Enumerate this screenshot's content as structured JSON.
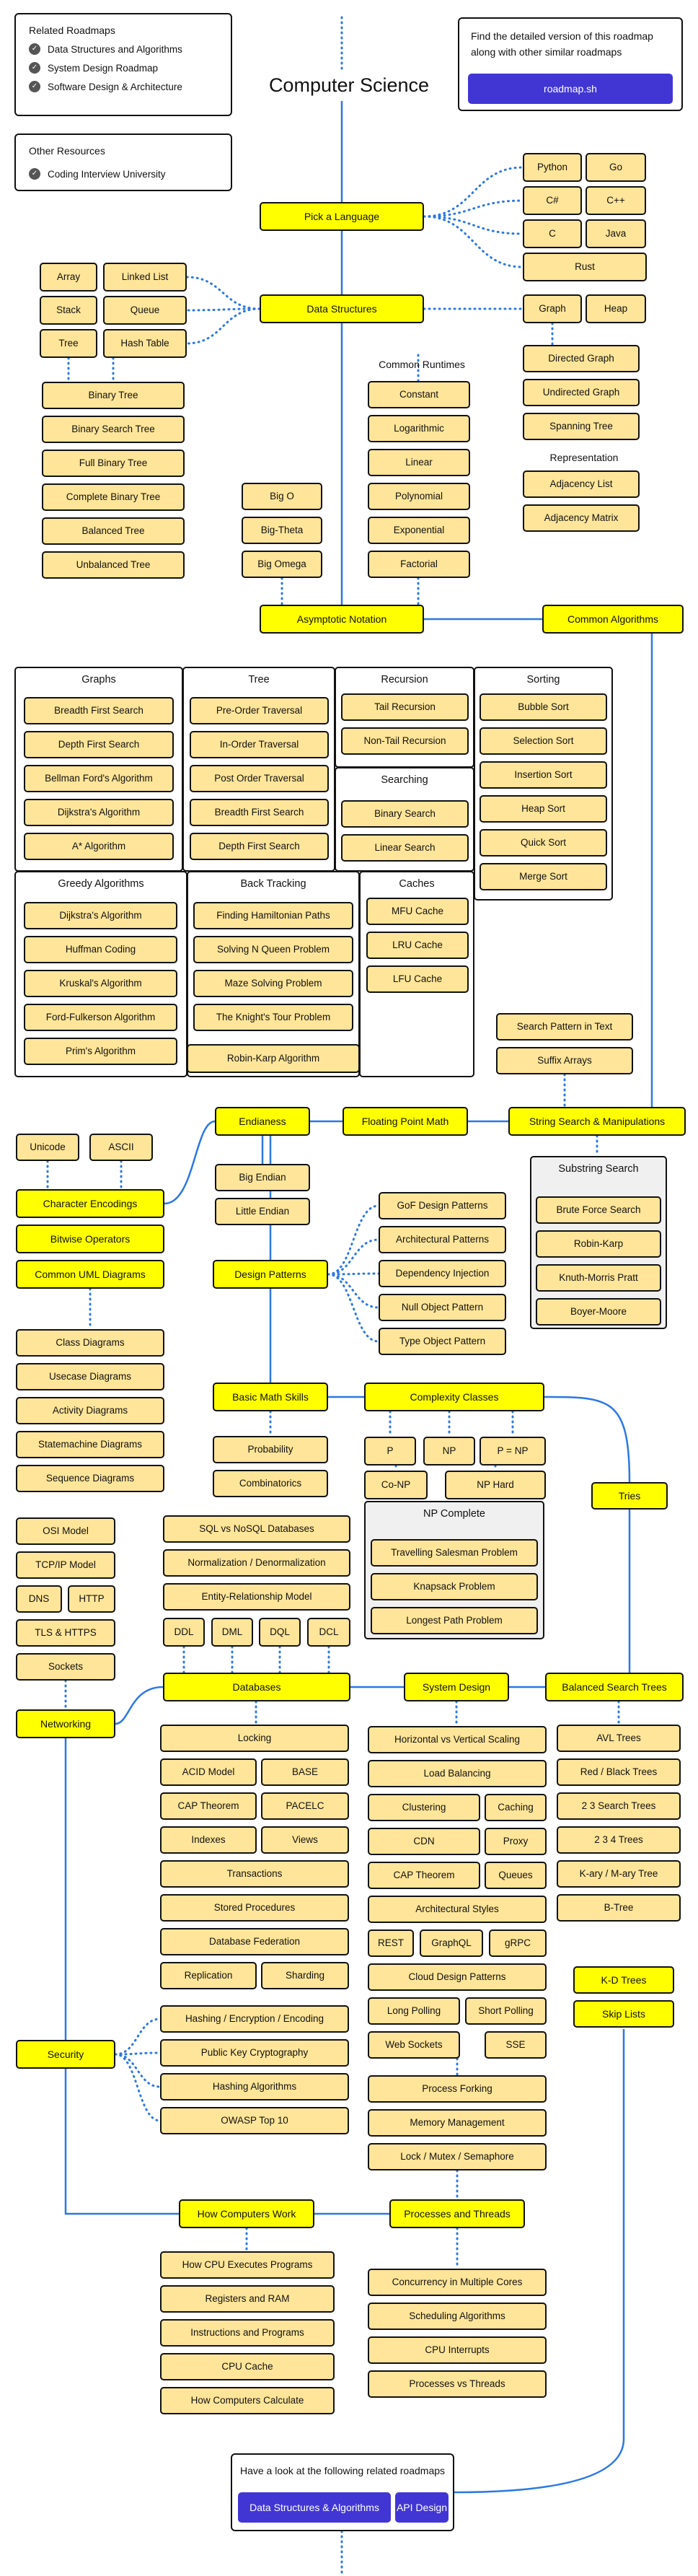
{
  "title": "Computer Science",
  "related": {
    "heading": "Related Roadmaps",
    "items": [
      "Data Structures and Algorithms",
      "System Design Roadmap",
      "Software Design & Architecture"
    ]
  },
  "other": {
    "heading": "Other Resources",
    "items": [
      "Coding Interview University"
    ]
  },
  "promo": {
    "text": "Find the detailed version of this roadmap along with other similar roadmaps",
    "button": "roadmap.sh"
  },
  "footer": {
    "text": "Have a look at the following related roadmaps",
    "buttons": [
      "Data Structures & Algorithms",
      "API Design"
    ]
  },
  "colors": {
    "topic": "#ffff00",
    "subtopic": "#ffe599",
    "line": "#2b78e4",
    "button": "#4136d4"
  },
  "groups": {
    "graphs": "Graphs",
    "tree": "Tree",
    "recursion": "Recursion",
    "sorting": "Sorting",
    "searching": "Searching",
    "greedy": "Greedy Algorithms",
    "backtracking": "Back Tracking",
    "caches": "Caches",
    "substring": "Substring Search",
    "np_complete": "NP Complete"
  },
  "labels": {
    "common_runtimes": "Common Runtimes",
    "representation": "Representation"
  },
  "nodes": {
    "pick_language": "Pick a Language",
    "python": "Python",
    "go": "Go",
    "c_sharp": "C#",
    "cpp": "C++",
    "c": "C",
    "java": "Java",
    "rust": "Rust",
    "data_structures": "Data Structures",
    "array": "Array",
    "linked_list": "Linked List",
    "stack": "Stack",
    "queue": "Queue",
    "tree": "Tree",
    "hash_table": "Hash Table",
    "binary_tree": "Binary Tree",
    "binary_search_tree": "Binary Search Tree",
    "full_binary_tree": "Full Binary Tree",
    "complete_binary_tree": "Complete Binary Tree",
    "balanced_tree": "Balanced Tree",
    "unbalanced_tree": "Unbalanced Tree",
    "graph": "Graph",
    "heap": "Heap",
    "directed_graph": "Directed Graph",
    "undirected_graph": "Undirected Graph",
    "spanning_tree": "Spanning Tree",
    "adjacency_list": "Adjacency List",
    "adjacency_matrix": "Adjacency Matrix",
    "constant": "Constant",
    "logarithmic": "Logarithmic",
    "linear": "Linear",
    "polynomial": "Polynomial",
    "exponential": "Exponential",
    "factorial": "Factorial",
    "big_o": "Big O",
    "big_theta": "Big-Theta",
    "big_omega": "Big Omega",
    "asymptotic_notation": "Asymptotic Notation",
    "common_algorithms": "Common Algorithms",
    "bfs": "Breadth First Search",
    "dfs": "Depth First Search",
    "bellman_ford": "Bellman Ford's Algorithm",
    "dijkstra": "Dijkstra's Algorithm",
    "a_star": "A* Algorithm",
    "pre_order": "Pre-Order Traversal",
    "in_order": "In-Order Traversal",
    "post_order": "Post Order Traversal",
    "tree_bfs": "Breadth First Search",
    "tree_dfs": "Depth First Search",
    "tail_recursion": "Tail Recursion",
    "non_tail_recursion": "Non-Tail Recursion",
    "binary_search": "Binary Search",
    "linear_search": "Linear Search",
    "bubble_sort": "Bubble Sort",
    "selection_sort": "Selection Sort",
    "insertion_sort": "Insertion Sort",
    "heap_sort": "Heap Sort",
    "quick_sort": "Quick Sort",
    "merge_sort": "Merge Sort",
    "greedy_dijkstra": "Dijkstra's Algorithm",
    "huffman": "Huffman Coding",
    "kruskal": "Kruskal's Algorithm",
    "ford_fulkerson": "Ford-Fulkerson Algorithm",
    "prim": "Prim's Algorithm",
    "hamiltonian": "Finding Hamiltonian Paths",
    "n_queen": "Solving N Queen Problem",
    "maze": "Maze Solving Problem",
    "knights_tour": "The Knight's Tour Problem",
    "robin_karp_algo": "Robin-Karp Algorithm",
    "mfu": "MFU Cache",
    "lru": "LRU Cache",
    "lfu": "LFU Cache",
    "search_pattern": "Search Pattern in Text",
    "suffix_arrays": "Suffix Arrays",
    "unicode": "Unicode",
    "ascii": "ASCII",
    "char_encodings": "Character Encodings",
    "endianess": "Endianess",
    "floating_point": "Floating Point Math",
    "string_search": "String Search & Manipulations",
    "big_endian": "Big Endian",
    "little_endian": "Little Endian",
    "brute_force": "Brute Force Search",
    "robin_karp": "Robin-Karp",
    "kmp": "Knuth-Morris Pratt",
    "boyer_moore": "Boyer-Moore",
    "bitwise": "Bitwise Operators",
    "uml": "Common UML Diagrams",
    "design_patterns": "Design Patterns",
    "gof": "GoF Design Patterns",
    "architectural_patterns": "Architectural Patterns",
    "dependency_injection": "Dependency Injection",
    "null_object": "Null Object Pattern",
    "type_object": "Type Object Pattern",
    "class_diagrams": "Class Diagrams",
    "usecase_diagrams": "Usecase Diagrams",
    "activity_diagrams": "Activity Diagrams",
    "statemachine_diagrams": "Statemachine Diagrams",
    "sequence_diagrams": "Sequence Diagrams",
    "basic_math": "Basic Math Skills",
    "probability": "Probability",
    "combinatorics": "Combinatorics",
    "complexity_classes": "Complexity Classes",
    "p": "P",
    "np": "NP",
    "p_np": "P = NP",
    "co_np": "Co-NP",
    "np_hard": "NP Hard",
    "tries": "Tries",
    "tsp": "Travelling Salesman Problem",
    "knapsack": "Knapsack Problem",
    "longest_path": "Longest Path Problem",
    "osi": "OSI Model",
    "tcp_ip": "TCP/IP Model",
    "dns": "DNS",
    "http": "HTTP",
    "tls": "TLS & HTTPS",
    "sockets": "Sockets",
    "networking": "Networking",
    "sql_nosql": "SQL vs NoSQL Databases",
    "normalization": "Normalization / Denormalization",
    "er_model": "Entity-Relationship Model",
    "ddl": "DDL",
    "dml": "DML",
    "dql": "DQL",
    "dcl": "DCL",
    "databases": "Databases",
    "system_design": "System Design",
    "balanced_search_trees": "Balanced Search Trees",
    "locking": "Locking",
    "acid": "ACID Model",
    "base": "BASE",
    "cap_db": "CAP Theorem",
    "pacelc": "PACELC",
    "indexes": "Indexes",
    "views": "Views",
    "transactions": "Transactions",
    "stored_procedures": "Stored Procedures",
    "db_federation": "Database Federation",
    "replication": "Replication",
    "sharding": "Sharding",
    "horiz_vert": "Horizontal vs Vertical Scaling",
    "load_balancing": "Load Balancing",
    "clustering": "Clustering",
    "caching": "Caching",
    "cdn": "CDN",
    "proxy": "Proxy",
    "cap_sd": "CAP Theorem",
    "queues": "Queues",
    "arch_styles": "Architectural Styles",
    "rest": "REST",
    "graphql": "GraphQL",
    "grpc": "gRPC",
    "cloud_patterns": "Cloud Design Patterns",
    "long_polling": "Long Polling",
    "short_polling": "Short Polling",
    "web_sockets": "Web Sockets",
    "sse": "SSE",
    "avl": "AVL Trees",
    "red_black": "Red / Black Trees",
    "two_three": "2 3 Search Trees",
    "two_three_four": "2 3 4 Trees",
    "k_ary": "K-ary / M-ary Tree",
    "b_tree": "B-Tree",
    "kd_trees": "K-D Trees",
    "skip_lists": "Skip Lists",
    "security": "Security",
    "hashing_enc": "Hashing / Encryption / Encoding",
    "pubkey": "Public Key Cryptography",
    "hashing_algos": "Hashing Algorithms",
    "owasp": "OWASP Top 10",
    "process_forking": "Process Forking",
    "memory_mgmt": "Memory Management",
    "lock_mutex": "Lock / Mutex / Semaphore",
    "how_computers_work": "How Computers Work",
    "processes_threads": "Processes and Threads",
    "cpu_programs": "How CPU Executes Programs",
    "registers_ram": "Registers and RAM",
    "instructions": "Instructions and Programs",
    "cpu_cache": "CPU Cache",
    "how_calc": "How Computers Calculate",
    "concurrency": "Concurrency in Multiple Cores",
    "scheduling": "Scheduling Algorithms",
    "cpu_interrupts": "CPU Interrupts",
    "proc_vs_threads": "Processes vs Threads"
  }
}
